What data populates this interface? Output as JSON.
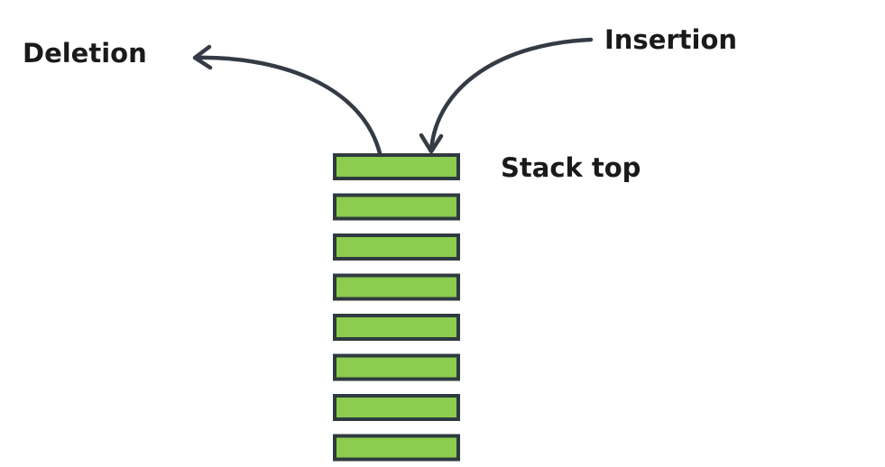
{
  "labels": {
    "deletion": "Deletion",
    "insertion": "Insertion",
    "stack_top": "Stack top"
  },
  "stack": {
    "item_count": 8
  },
  "colors": {
    "block_fill": "#8ccc4e",
    "block_stroke": "#2f3a40",
    "arrow": "#343b45",
    "text": "#1a1a1a",
    "background": "#ffffff"
  }
}
